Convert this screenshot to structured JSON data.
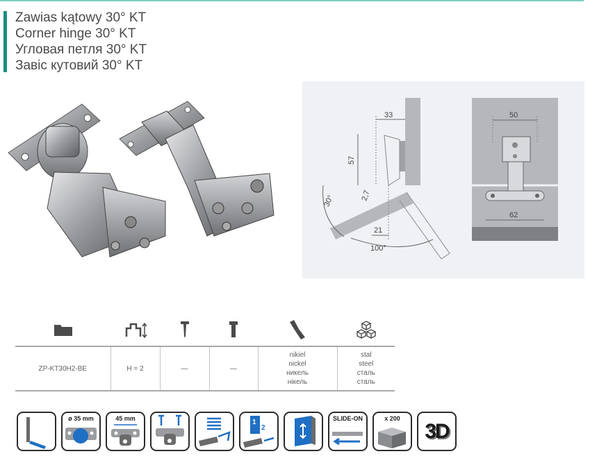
{
  "titles": {
    "pl": "Zawias kątowy 30° KT",
    "en": "Corner hinge 30° KT",
    "ru": "Угловая петля 30° KT",
    "ua": "Завіс кутовий 30° KT"
  },
  "drawing": {
    "dim_33": "33",
    "dim_57": "57",
    "dim_27": "2,7",
    "dim_21": "21",
    "angle_30": "30°",
    "angle_100": "100°",
    "dim_50": "50",
    "dim_62": "62"
  },
  "spec_table": {
    "icons": [
      "folder-icon",
      "height-adjust-icon",
      "wood-screw-icon",
      "euro-screw-icon",
      "finish-brush-icon",
      "material-cubes-icon"
    ],
    "row": {
      "code": "ZP-KT30H2-BE",
      "height": "H = 2",
      "screw1": "—",
      "screw2": "—",
      "finish": [
        "nikiel",
        "nickel",
        "никель",
        "нікель"
      ],
      "material": [
        "stal",
        "steel",
        "сталь",
        "сталь"
      ]
    }
  },
  "badges": {
    "cup_diameter": "ø 35 mm",
    "hole_spacing": "45 mm",
    "slide_on": "SLIDE-ON",
    "pack_qty": "x 200",
    "label_1": "1",
    "label_2": "2",
    "three_d": "3D"
  }
}
